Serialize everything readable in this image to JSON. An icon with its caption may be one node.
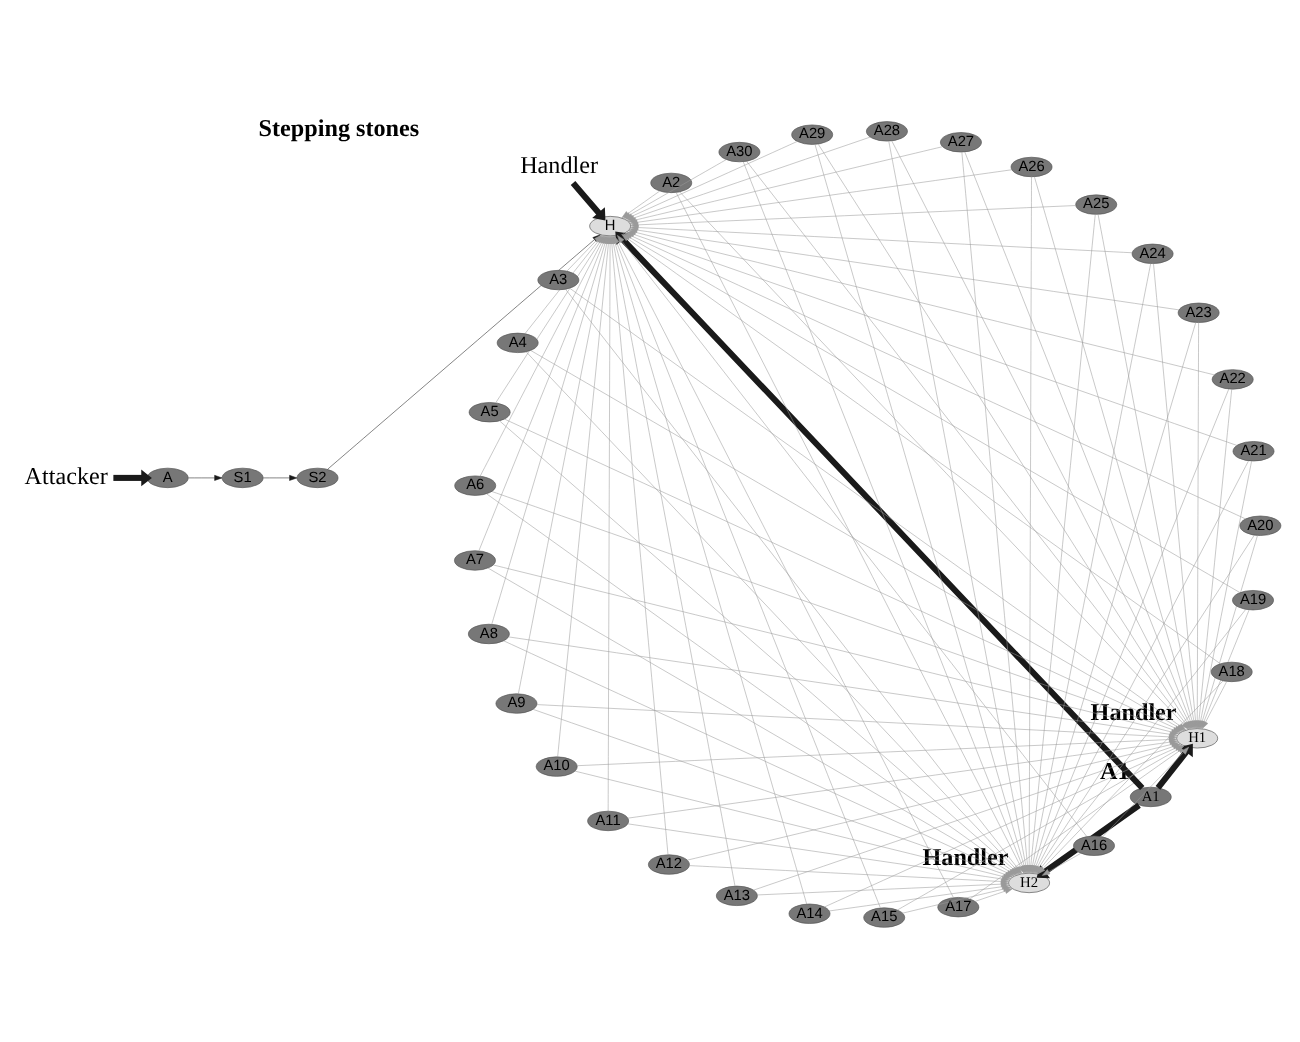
{
  "diagram": {
    "nodes": [
      {
        "text": [
          "Attacker"
        ]
      },
      {
        "text": [
          "A"
        ]
      },
      {
        "text": [
          "S1"
        ]
      },
      {
        "text": [
          "S2"
        ]
      },
      {
        "text": [
          "H"
        ]
      },
      {
        "text": [
          "Handler"
        ]
      },
      {
        "text": [
          "H1"
        ],
        "beside": [
          "Handler"
        ]
      },
      {
        "text": [
          "H2"
        ],
        "beside": [
          "Handler"
        ]
      },
      {
        "text": [
          "A1"
        ],
        "beside": [
          "A1"
        ]
      },
      {
        "text": [
          "A2"
        ]
      },
      {
        "text": [
          "A3"
        ]
      },
      {
        "text": [
          "A4"
        ]
      },
      {
        "text": [
          "A5"
        ]
      },
      {
        "text": [
          "A6"
        ]
      },
      {
        "text": [
          "A7"
        ]
      },
      {
        "text": [
          "A8"
        ]
      },
      {
        "text": [
          "A9"
        ]
      },
      {
        "text": [
          "A10"
        ]
      },
      {
        "text": [
          "A11"
        ]
      },
      {
        "text": [
          "A12"
        ]
      },
      {
        "text": [
          "A13"
        ]
      },
      {
        "text": [
          "A14"
        ]
      },
      {
        "text": [
          "A15"
        ]
      },
      {
        "text": [
          "A16"
        ]
      },
      {
        "text": [
          "A17"
        ]
      },
      {
        "text": [
          "A18"
        ]
      },
      {
        "text": [
          "A19"
        ]
      },
      {
        "text": [
          "A20"
        ]
      },
      {
        "text": [
          "A21"
        ]
      },
      {
        "text": [
          "A22"
        ]
      },
      {
        "text": [
          "A23"
        ]
      },
      {
        "text": [
          "A24"
        ]
      },
      {
        "text": [
          "A25"
        ]
      },
      {
        "text": [
          "A26"
        ]
      },
      {
        "text": [
          "A27"
        ]
      },
      {
        "text": [
          "A28"
        ]
      },
      {
        "text": [
          "A29"
        ]
      },
      {
        "text": [
          "A30"
        ]
      }
    ],
    "edges": [
      {
        "from": 0,
        "to": 1,
        "arrow": "to",
        "style": "thick",
        "color": "#1a1a1a"
      },
      {
        "from": 1,
        "to": 2,
        "arrow": "to",
        "color": "#1a1a1a"
      },
      {
        "from": 2,
        "to": 3,
        "arrow": "to",
        "color": "#1a1a1a"
      },
      {
        "from": 3,
        "to": 4,
        "arrow": "to",
        "color": "#1a1a1a"
      },
      {
        "from": 5,
        "to": 4,
        "arrow": "to",
        "style": "thick",
        "color": "#1a1a1a"
      },
      {
        "from": 8,
        "to": 4,
        "arrow": "to",
        "style": "thick",
        "color": "#1a1a1a"
      },
      {
        "from": 8,
        "to": 6,
        "arrow": "to",
        "style": "thick",
        "color": "#1a1a1a"
      },
      {
        "from": 8,
        "to": 7,
        "arrow": "to",
        "style": "thick",
        "color": "#1a1a1a"
      },
      {
        "from": 9,
        "to": 4,
        "arrow": "to"
      },
      {
        "from": 9,
        "to": 6,
        "arrow": "to"
      },
      {
        "from": 9,
        "to": 7,
        "arrow": "to"
      },
      {
        "from": 10,
        "to": 4,
        "arrow": "to"
      },
      {
        "from": 10,
        "to": 6,
        "arrow": "to"
      },
      {
        "from": 10,
        "to": 7,
        "arrow": "to"
      },
      {
        "from": 11,
        "to": 4,
        "arrow": "to"
      },
      {
        "from": 11,
        "to": 6,
        "arrow": "to"
      },
      {
        "from": 11,
        "to": 7,
        "arrow": "to"
      },
      {
        "from": 12,
        "to": 4,
        "arrow": "to"
      },
      {
        "from": 12,
        "to": 6,
        "arrow": "to"
      },
      {
        "from": 12,
        "to": 7,
        "arrow": "to"
      },
      {
        "from": 13,
        "to": 4,
        "arrow": "to"
      },
      {
        "from": 13,
        "to": 6,
        "arrow": "to"
      },
      {
        "from": 13,
        "to": 7,
        "arrow": "to"
      },
      {
        "from": 14,
        "to": 4,
        "arrow": "to"
      },
      {
        "from": 14,
        "to": 6,
        "arrow": "to"
      },
      {
        "from": 14,
        "to": 7,
        "arrow": "to"
      },
      {
        "from": 15,
        "to": 4,
        "arrow": "to"
      },
      {
        "from": 15,
        "to": 6,
        "arrow": "to"
      },
      {
        "from": 15,
        "to": 7,
        "arrow": "to"
      },
      {
        "from": 16,
        "to": 4,
        "arrow": "to"
      },
      {
        "from": 16,
        "to": 6,
        "arrow": "to"
      },
      {
        "from": 16,
        "to": 7,
        "arrow": "to"
      },
      {
        "from": 17,
        "to": 4,
        "arrow": "to"
      },
      {
        "from": 17,
        "to": 6,
        "arrow": "to"
      },
      {
        "from": 17,
        "to": 7,
        "arrow": "to"
      },
      {
        "from": 18,
        "to": 4,
        "arrow": "to"
      },
      {
        "from": 18,
        "to": 6,
        "arrow": "to"
      },
      {
        "from": 18,
        "to": 7,
        "arrow": "to"
      },
      {
        "from": 19,
        "to": 4,
        "arrow": "to"
      },
      {
        "from": 19,
        "to": 6,
        "arrow": "to"
      },
      {
        "from": 19,
        "to": 7,
        "arrow": "to"
      },
      {
        "from": 20,
        "to": 4,
        "arrow": "to"
      },
      {
        "from": 20,
        "to": 6,
        "arrow": "to"
      },
      {
        "from": 20,
        "to": 7,
        "arrow": "to"
      },
      {
        "from": 21,
        "to": 4,
        "arrow": "to"
      },
      {
        "from": 21,
        "to": 6,
        "arrow": "to"
      },
      {
        "from": 21,
        "to": 7,
        "arrow": "to"
      },
      {
        "from": 22,
        "to": 4,
        "arrow": "to"
      },
      {
        "from": 22,
        "to": 6,
        "arrow": "to"
      },
      {
        "from": 22,
        "to": 7,
        "arrow": "to"
      },
      {
        "from": 23,
        "to": 4,
        "arrow": "to"
      },
      {
        "from": 23,
        "to": 6,
        "arrow": "to"
      },
      {
        "from": 23,
        "to": 7,
        "arrow": "to"
      },
      {
        "from": 24,
        "to": 4,
        "arrow": "to"
      },
      {
        "from": 24,
        "to": 6,
        "arrow": "to"
      },
      {
        "from": 24,
        "to": 7,
        "arrow": "to"
      },
      {
        "from": 25,
        "to": 4,
        "arrow": "to"
      },
      {
        "from": 25,
        "to": 6,
        "arrow": "to"
      },
      {
        "from": 25,
        "to": 7,
        "arrow": "to"
      },
      {
        "from": 26,
        "to": 4,
        "arrow": "to"
      },
      {
        "from": 26,
        "to": 6,
        "arrow": "to"
      },
      {
        "from": 26,
        "to": 7,
        "arrow": "to"
      },
      {
        "from": 27,
        "to": 4,
        "arrow": "to"
      },
      {
        "from": 27,
        "to": 6,
        "arrow": "to"
      },
      {
        "from": 27,
        "to": 7,
        "arrow": "to"
      },
      {
        "from": 28,
        "to": 4,
        "arrow": "to"
      },
      {
        "from": 28,
        "to": 6,
        "arrow": "to"
      },
      {
        "from": 28,
        "to": 7,
        "arrow": "to"
      },
      {
        "from": 29,
        "to": 4,
        "arrow": "to"
      },
      {
        "from": 29,
        "to": 6,
        "arrow": "to"
      },
      {
        "from": 29,
        "to": 7,
        "arrow": "to"
      },
      {
        "from": 30,
        "to": 4,
        "arrow": "to"
      },
      {
        "from": 30,
        "to": 6,
        "arrow": "to"
      },
      {
        "from": 30,
        "to": 7,
        "arrow": "to"
      },
      {
        "from": 31,
        "to": 4,
        "arrow": "to"
      },
      {
        "from": 31,
        "to": 6,
        "arrow": "to"
      },
      {
        "from": 31,
        "to": 7,
        "arrow": "to"
      },
      {
        "from": 32,
        "to": 4,
        "arrow": "to"
      },
      {
        "from": 32,
        "to": 6,
        "arrow": "to"
      },
      {
        "from": 32,
        "to": 7,
        "arrow": "to"
      },
      {
        "from": 33,
        "to": 4,
        "arrow": "to"
      },
      {
        "from": 33,
        "to": 6,
        "arrow": "to"
      },
      {
        "from": 33,
        "to": 7,
        "arrow": "to"
      },
      {
        "from": 34,
        "to": 4,
        "arrow": "to"
      },
      {
        "from": 34,
        "to": 6,
        "arrow": "to"
      },
      {
        "from": 34,
        "to": 7,
        "arrow": "to"
      },
      {
        "from": 35,
        "to": 4,
        "arrow": "to"
      },
      {
        "from": 35,
        "to": 6,
        "arrow": "to"
      },
      {
        "from": 35,
        "to": 7,
        "arrow": "to"
      },
      {
        "from": 36,
        "to": 4,
        "arrow": "to"
      },
      {
        "from": 36,
        "to": 6,
        "arrow": "to"
      },
      {
        "from": 36,
        "to": 7,
        "arrow": "to"
      },
      {
        "from": 37,
        "to": 4,
        "arrow": "to"
      },
      {
        "from": 37,
        "to": 6,
        "arrow": "to"
      },
      {
        "from": 37,
        "to": 7,
        "arrow": "to"
      }
    ],
    "labels": [
      "Stepping stones"
    ]
  }
}
